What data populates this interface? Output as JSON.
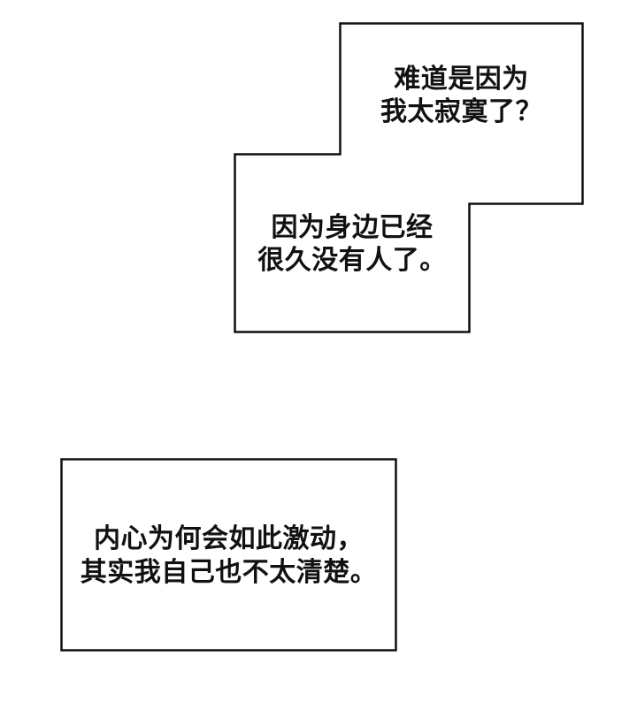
{
  "page": {
    "background_color": "#ffffff",
    "ink_color": "#111111"
  },
  "bubbles": [
    {
      "name": "thought-bubble-top-right",
      "lines": [
        "难道是因为",
        "我太寂寞了？"
      ]
    },
    {
      "name": "thought-bubble-middle-left",
      "lines": [
        "因为身边已经",
        "很久没有人了。"
      ]
    },
    {
      "name": "thought-bubble-bottom",
      "lines": [
        "内心为何会如此激动，",
        "其实我自己也不太清楚。"
      ]
    }
  ]
}
